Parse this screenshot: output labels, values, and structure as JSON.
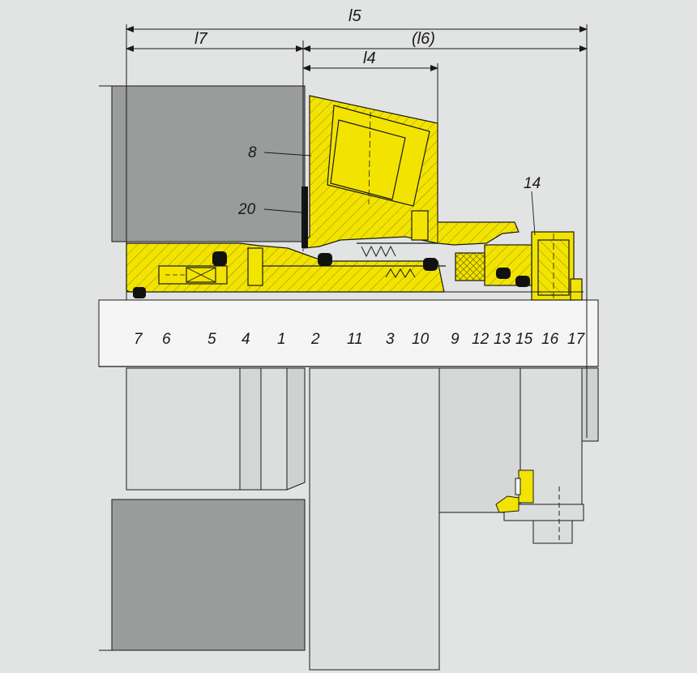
{
  "dimensions": {
    "l5": "l5",
    "l7": "l7",
    "l6": "(l6)",
    "l4": "l4"
  },
  "part_numbers": {
    "p7": "7",
    "p6": "6",
    "p5": "5",
    "p4": "4",
    "p1": "1",
    "p2": "2",
    "p11": "11",
    "p3": "3",
    "p10": "10",
    "p9": "9",
    "p12": "12",
    "p13": "13",
    "p15": "15",
    "p16": "16",
    "p17": "17",
    "p8": "8",
    "p20": "20",
    "p14": "14"
  },
  "colors": {
    "background": "#e2e3e3",
    "seal_yellow": "#f2e400",
    "housing_dark": "#9a9b9b",
    "shaft_white": "#f5f5f5",
    "part_light": "#dcdddd",
    "oring_black": "#111111",
    "outline": "#1a1a1a"
  }
}
